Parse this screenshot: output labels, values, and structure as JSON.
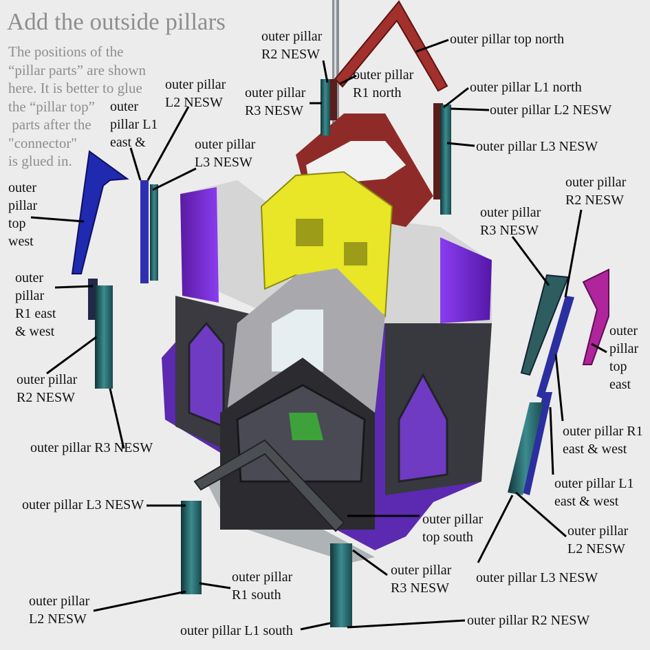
{
  "title": "Add the outside pillars",
  "note": "The positions of the\n“pillar parts” are shown\nhere. It is better to glue\nthe “pillar top”\n parts after the\n\"connector\"\nis glued in.",
  "labels": [
    {
      "id": "l-top-north",
      "text": "outer pillar top north"
    },
    {
      "id": "l-r2-top",
      "text": "outer pillar\nR2 NESW"
    },
    {
      "id": "l-r1-north",
      "text": "outer pillar\nR1 north"
    },
    {
      "id": "l-r3-top",
      "text": "outer pillar\nR3 NESW"
    },
    {
      "id": "l-l1-north",
      "text": "outer pillar L1 north"
    },
    {
      "id": "l-l2-ne",
      "text": "outer pillar L2 NESW"
    },
    {
      "id": "l-l3-ne",
      "text": "outer pillar L3 NESW"
    },
    {
      "id": "l-l2-left",
      "text": "outer pillar\nL2 NESW"
    },
    {
      "id": "l-l1-ew-left",
      "text": "outer\npillar L1\neast &"
    },
    {
      "id": "l-l3-left",
      "text": "outer pillar\nL3 NESW"
    },
    {
      "id": "l-top-west",
      "text": "outer\npillar\ntop\nwest"
    },
    {
      "id": "l-r1-ew-left",
      "text": "outer\npillar\nR1 east\n& west"
    },
    {
      "id": "l-r2-left",
      "text": "outer pillar\nR2 NESW"
    },
    {
      "id": "l-r3-left",
      "text": "outer pillar R3 NESW"
    },
    {
      "id": "l-r2-right",
      "text": "outer pillar\nR2 NESW"
    },
    {
      "id": "l-r3-right",
      "text": "outer pillar\nR3 NESW"
    },
    {
      "id": "l-top-east",
      "text": "outer\npillar\ntop\neast"
    },
    {
      "id": "l-r1-ew-right",
      "text": "outer pillar R1\neast & west"
    },
    {
      "id": "l-l1-ew-right",
      "text": "outer pillar L1\neast & west"
    },
    {
      "id": "l-l2-right",
      "text": "outer pillar\nL2 NESW"
    },
    {
      "id": "l-l3-right",
      "text": "outer pillar L3 NESW"
    },
    {
      "id": "l-l3-bottom",
      "text": "outer pillar L3 NESW"
    },
    {
      "id": "l-top-south",
      "text": "outer pillar\ntop south"
    },
    {
      "id": "l-r3-south",
      "text": "outer pillar\nR3 NESW"
    },
    {
      "id": "l-r1-south",
      "text": "outer pillar\nR1 south"
    },
    {
      "id": "l-l2-bottom",
      "text": "outer pillar\nL2 NESW"
    },
    {
      "id": "l-l1-south",
      "text": "outer pillar L1 south"
    },
    {
      "id": "l-r2-bottom",
      "text": "outer pillar R2 NESW"
    }
  ]
}
